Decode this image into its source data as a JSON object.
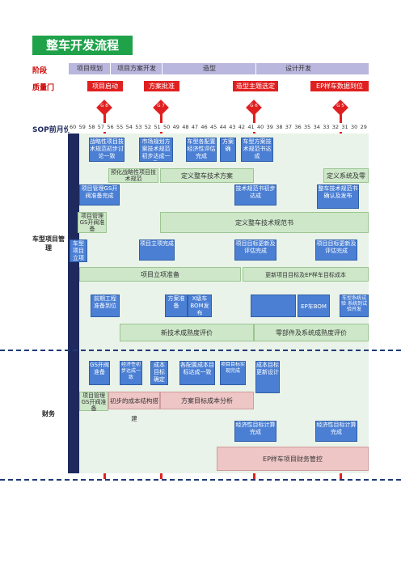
{
  "title": "整车开发流程",
  "labels": {
    "phase": "阶段",
    "gate": "质量门",
    "sop": "SOP前月份",
    "project_mgmt": "车型项目管理",
    "finance": "财务"
  },
  "phases": [
    "项目规划",
    "项目方案开发",
    "造型",
    "设计开发"
  ],
  "gates": [
    {
      "label": "项目启动",
      "num": "G 8"
    },
    {
      "label": "方案批准",
      "num": "G 7"
    },
    {
      "label": "造型主题选定",
      "num": "G 6"
    },
    {
      "label": "EP样车数据到位",
      "num": "G 5"
    }
  ],
  "sop_months": [
    "60",
    "59",
    "58",
    "57",
    "56",
    "55",
    "54",
    "53",
    "52",
    "51",
    "50",
    "49",
    "48",
    "47",
    "46",
    "45",
    "44",
    "43",
    "42",
    "41",
    "40",
    "39",
    "38",
    "37",
    "36",
    "35",
    "34",
    "33",
    "32",
    "31",
    "30",
    "29"
  ],
  "boxes": {
    "b1": "战略性项目技术规范初步讨论一致",
    "b2": "市场规划方案技术规范初步达成一致",
    "b3": "车型各配置经济性评估完成",
    "b4": "方案确",
    "b5": "车型方案技术规范书达成",
    "b6": "项目管理GS开阀准备完成",
    "b7": "技术规范书初步达成",
    "b8": "整车技术规范书确认及发布",
    "b9": "项目管理GS开阀准备",
    "b10": "车型项目立项",
    "b11": "项目立项完成",
    "b12": "项目目标更新及评估完成",
    "b13": "项目目标更新及评估完成",
    "b14": "前期工程准备到位",
    "b15": "方案准备",
    "b16": "X级车BOM发布",
    "b17": "EP车BOM发布",
    "b18": "车型系统试验 系统到试验开发",
    "b19": "GS开阀准备",
    "b20": "经济性初步达成一致",
    "b21": "成本目标确定",
    "b22": "各配置成本目标达成一致",
    "b23": "项目目标实现完成",
    "b24": "成本目标更新设计",
    "b25": "经济性目标计算完成",
    "b26": "经济性目标计算完成",
    "g1": "预化战略性项目技术规范",
    "g2": "定义整车技术方案",
    "g3": "定义系统及零部件",
    "g4": "定义整车技术规范书",
    "g5": "项目立项准备",
    "g6": "更新项目目标及EP样车目标成本",
    "g7": "新技术成熟度评价",
    "g8": "零部件及系统成熟度评价",
    "p1": "初步的成本结构搭建",
    "p2": "方案目标成本分析",
    "p3": "EP样车项目财务管控",
    "p4": "项目管理GS开阀准备"
  }
}
